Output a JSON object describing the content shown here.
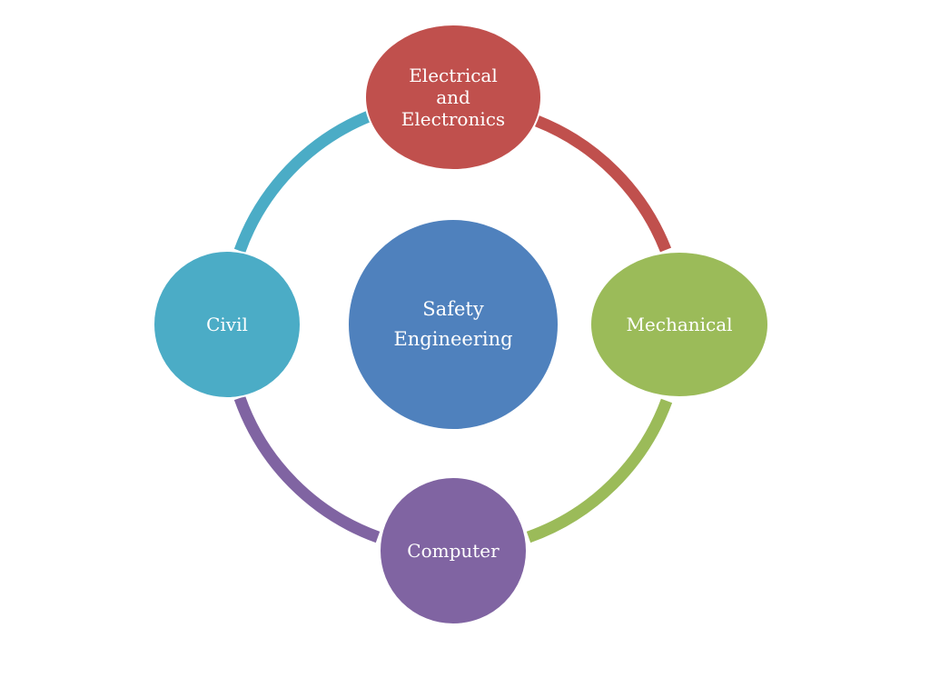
{
  "diagram": {
    "center": {
      "label": "Safety\nEngineering",
      "color": "#4f81bd"
    },
    "nodes": [
      {
        "id": "top",
        "label": "Electrical\nand\nElectronics",
        "color": "#c0504d"
      },
      {
        "id": "right",
        "label": "Mechanical",
        "color": "#9bbb59"
      },
      {
        "id": "bottom",
        "label": "Computer",
        "color": "#8064a2"
      },
      {
        "id": "left",
        "label": "Civil",
        "color": "#4bacc6"
      }
    ]
  }
}
